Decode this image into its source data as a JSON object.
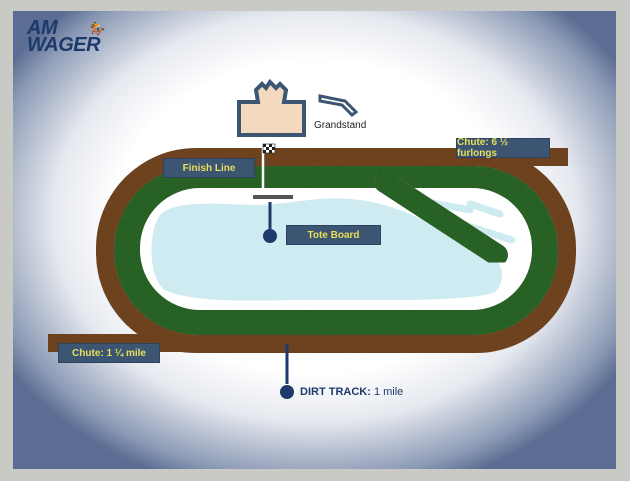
{
  "logo": {
    "line1": "AM",
    "line2": "WAGER"
  },
  "labels": {
    "grandstand": "Grandstand",
    "finish_line": "Finish Line",
    "tote_board": "Tote Board",
    "chute_top": "Chute: 6 ½ furlongs",
    "chute_bottom": "Chute: 1 ¼ mile",
    "dirt_track_title": "DIRT TRACK:",
    "dirt_track_value": "1 mile"
  },
  "colors": {
    "dirt": "#7a4a22",
    "grass": "#2d6e2a",
    "water": "#cfecef",
    "navy": "#1d3a6b",
    "label_bg": "#3c5573",
    "label_text": "#e8df5a"
  }
}
